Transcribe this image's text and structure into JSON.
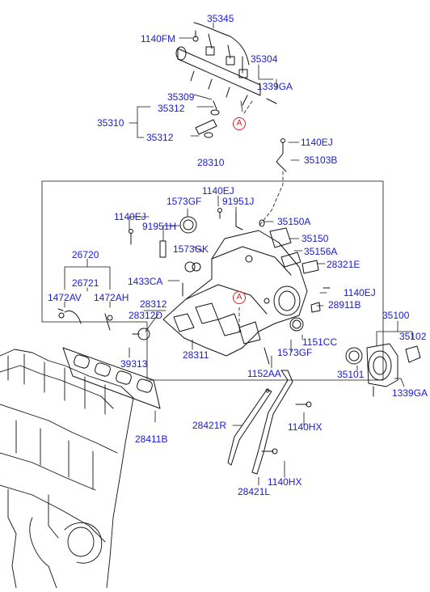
{
  "diagram": {
    "colors": {
      "label": "#1a1ad0",
      "line": "#111111",
      "ref_marker": "#e02020"
    },
    "ref_markers": [
      "A",
      "A"
    ],
    "part_labels": {
      "p35345": "35345",
      "p1140FM": "1140FM",
      "p35304": "35304",
      "p1339GA_top": "1339GA",
      "p35309": "35309",
      "p35312_a": "35312",
      "p35310": "35310",
      "p35312_b": "35312",
      "p1140EJ_top": "1140EJ",
      "p35103B": "35103B",
      "p28310": "28310",
      "p1140EJ_mid": "1140EJ",
      "p1573GF_a": "1573GF",
      "p91951J": "91951J",
      "p1140EJ_left": "1140EJ",
      "p91951H": "91951H",
      "p35150A": "35150A",
      "p35150": "35150",
      "p1573GK": "1573GK",
      "p35156A": "35156A",
      "p26720": "26720",
      "p28321E": "28321E",
      "p1433CA": "1433CA",
      "p26721": "26721",
      "p1472AV": "1472AV",
      "p1472AH": "1472AH",
      "p1140EJ_right": "1140EJ",
      "p28312": "28312",
      "p28911B": "28911B",
      "p28312D": "28312D",
      "p35100": "35100",
      "p35102": "35102",
      "p1151CC": "1151CC",
      "p1573GF_b": "1573GF",
      "p39313": "39313",
      "p28311": "28311",
      "p1152AA": "1152AA",
      "p35101": "35101",
      "p1339GA_bot": "1339GA",
      "p28411B": "28411B",
      "p28421R": "28421R",
      "p1140HX_a": "1140HX",
      "p1140HX_b": "1140HX",
      "p28421L": "28421L"
    }
  }
}
